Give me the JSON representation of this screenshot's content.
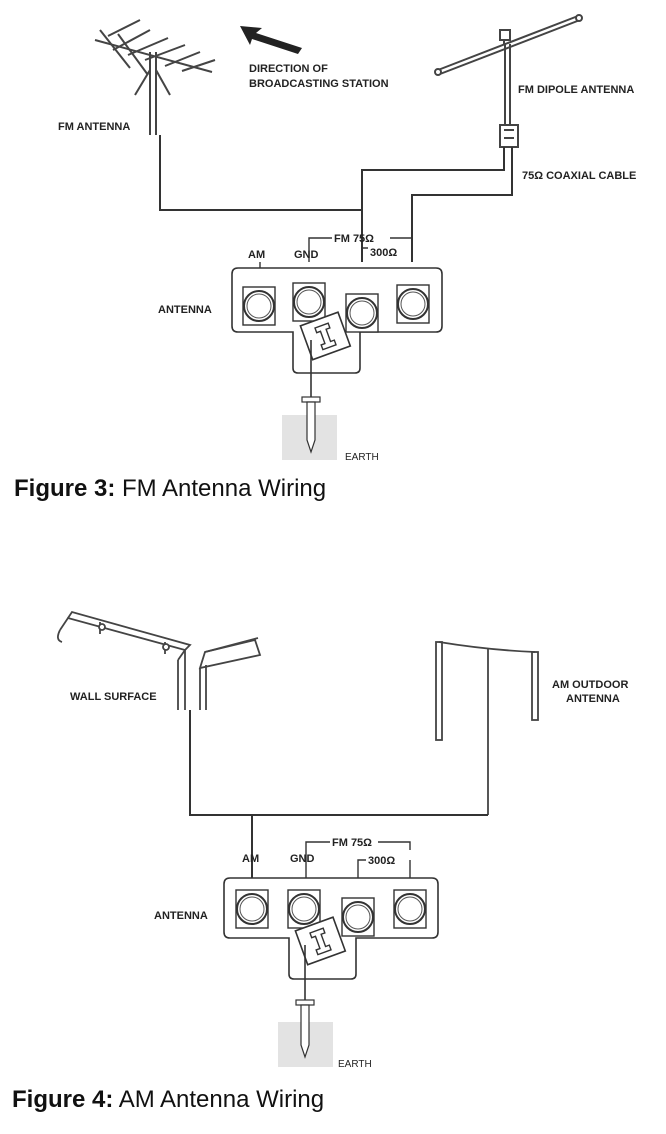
{
  "figures": [
    {
      "caption_prefix": "Figure 3:",
      "caption_text": "FM Antenna Wiring",
      "labels": {
        "fm_antenna": "FM ANTENNA",
        "direction_line1": "DIRECTION OF",
        "direction_line2": "BROADCASTING STATION",
        "fm_dipole": "FM DIPOLE ANTENNA",
        "coax": "75Ω COAXIAL CABLE",
        "fm75": "FM 75Ω",
        "am": "AM",
        "gnd": "GND",
        "ohm300": "300Ω",
        "antenna": "ANTENNA",
        "earth": "EARTH"
      }
    },
    {
      "caption_prefix": "Figure 4:",
      "caption_text": "AM Antenna Wiring",
      "labels": {
        "wall_surface": "WALL SURFACE",
        "am_outdoor_line1": "AM OUTDOOR",
        "am_outdoor_line2": "ANTENNA",
        "fm75": "FM 75Ω",
        "am": "AM",
        "gnd": "GND",
        "ohm300": "300Ω",
        "antenna": "ANTENNA",
        "earth": "EARTH"
      }
    }
  ]
}
